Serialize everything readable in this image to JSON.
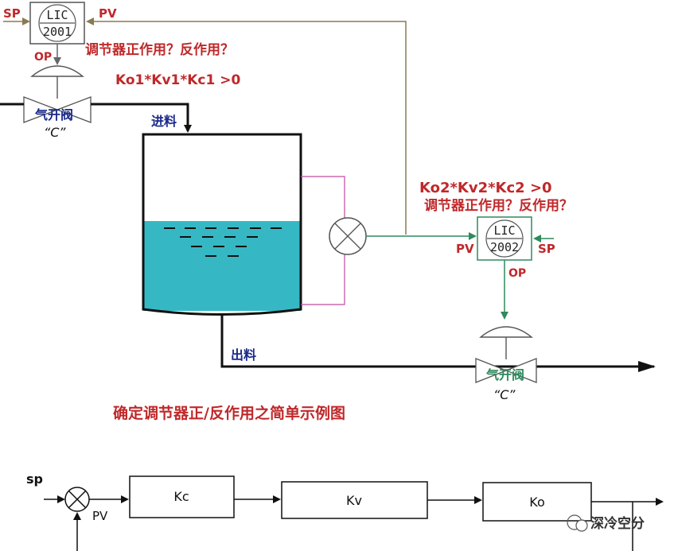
{
  "controller1": {
    "tag_line1": "LIC",
    "tag_line2": "2001",
    "sp": "SP",
    "pv": "PV",
    "op": "OP"
  },
  "controller2": {
    "tag_line1": "LIC",
    "tag_line2": "2002",
    "sp": "SP",
    "pv": "PV",
    "op": "OP"
  },
  "question1": "调节器正作用？反作用？",
  "formula1": "Ko1*Kv1*Kc1  >0",
  "question2": "调节器正作用？反作用？",
  "formula2": "Ko2*Kv2*Kc2  >0",
  "valve1": {
    "label": "气开阀",
    "type": "“C”"
  },
  "valve2": {
    "label": "气开阀",
    "type": "“C”"
  },
  "inlet_label": "进料",
  "outlet_label": "出料",
  "caption": "确定调节器正/反作用之简单示例图",
  "block_diagram": {
    "sp": "sp",
    "pv": "PV",
    "blocks": [
      "Kc",
      "Kv",
      "Ko"
    ]
  },
  "watermark": "深冷空分",
  "colors": {
    "red": "#c0282a",
    "blue": "#1a2a8a",
    "green": "#2f8a5e",
    "liquid": "#35b8c4",
    "signal": "#8a7a50"
  }
}
